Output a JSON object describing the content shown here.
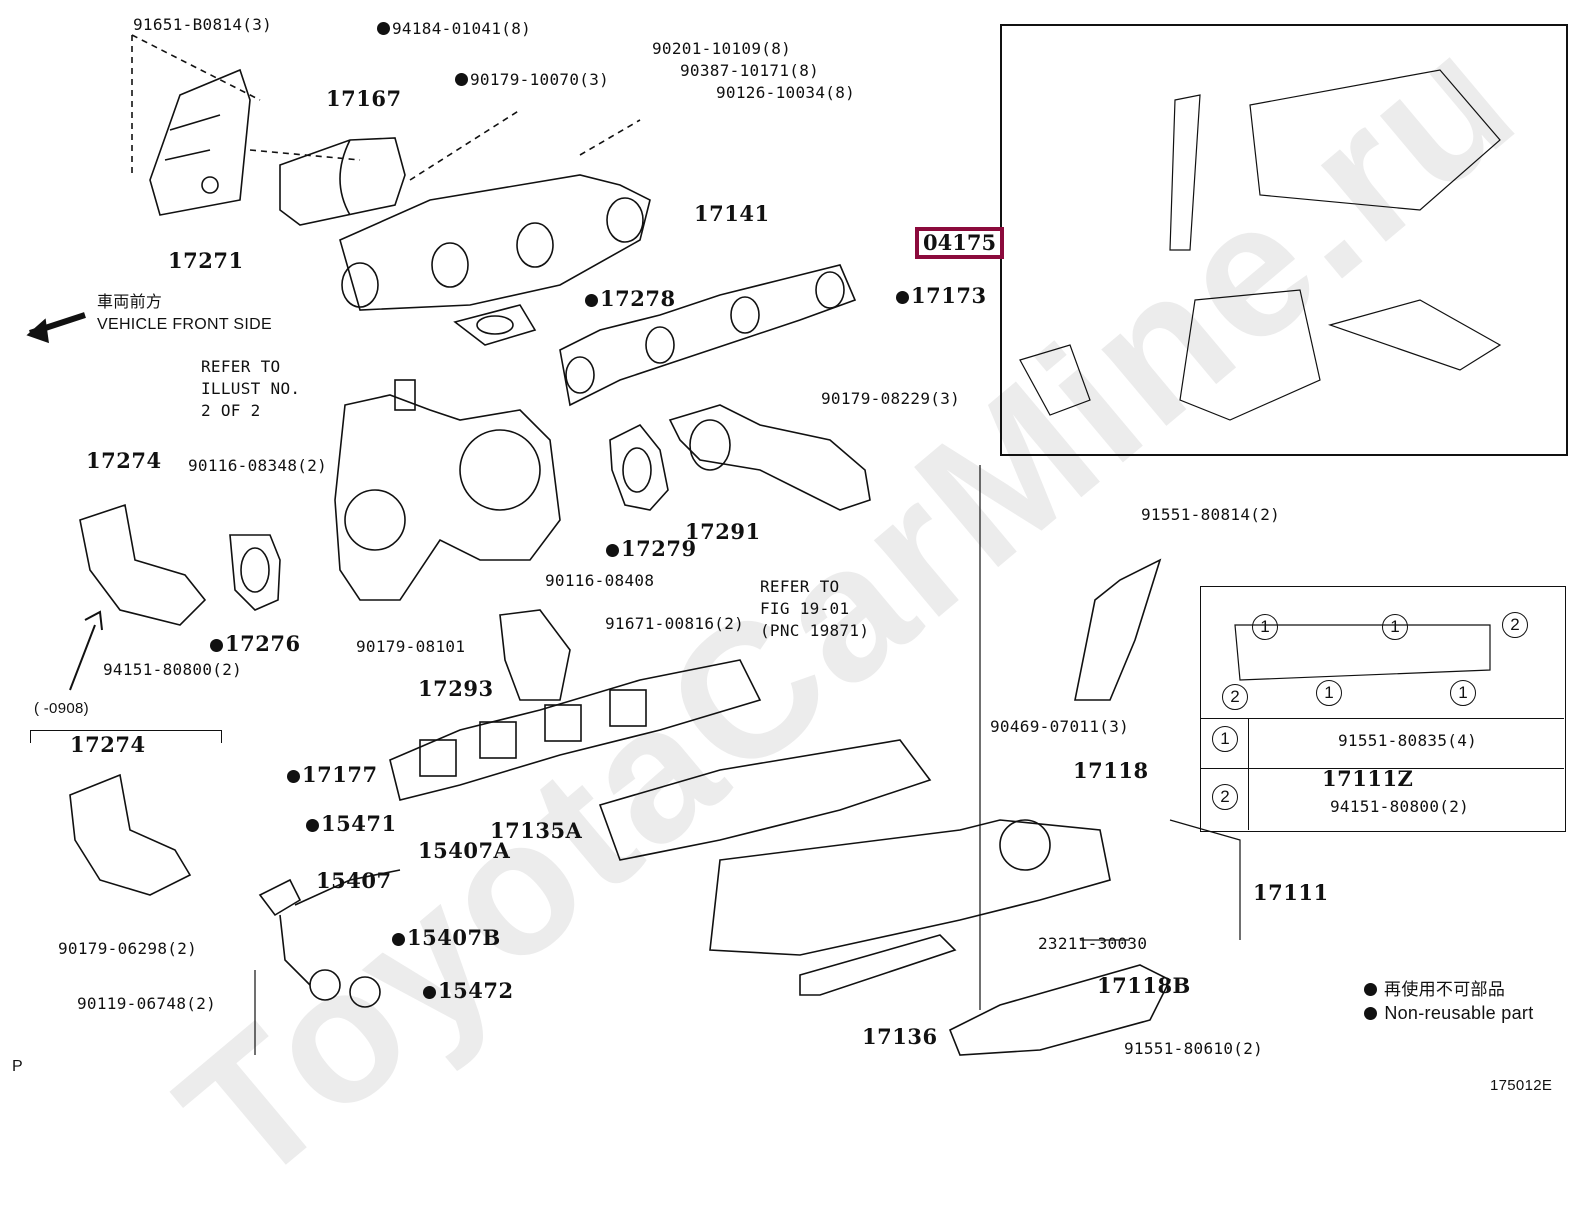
{
  "diagram": {
    "watermark": "ToyotaCarMine.ru",
    "page_marker": "P",
    "figure_id": "175012E",
    "highlighted_part": {
      "pnc": "04175",
      "highlight_color": "#8b0a3c"
    },
    "direction_note": {
      "jp": "車両前方",
      "en": "VEHICLE FRONT SIDE"
    },
    "refer_notes": [
      {
        "id": "refer-illust",
        "lines": [
          "REFER TO",
          "ILLUST NO.",
          "2 OF 2"
        ]
      },
      {
        "id": "refer-fig",
        "lines": [
          "REFER TO",
          "FIG 19-01",
          "(PNC 19871)"
        ]
      }
    ],
    "date_range_note": "(      -0908)",
    "legend": {
      "jp": "再使用不可部品",
      "en": "Non-reusable part",
      "marker": "filled-circle"
    },
    "parts": [
      {
        "label": "91651-B0814(3)",
        "non_reusable": false
      },
      {
        "label": "94184-01041(8)",
        "non_reusable": true
      },
      {
        "label": "90201-10109(8)",
        "non_reusable": false
      },
      {
        "label": "90387-10171(8)",
        "non_reusable": false
      },
      {
        "label": "90179-10070(3)",
        "non_reusable": true
      },
      {
        "label": "90126-10034(8)",
        "non_reusable": false
      },
      {
        "label": "17167",
        "non_reusable": false
      },
      {
        "label": "17141",
        "non_reusable": false
      },
      {
        "label": "17271",
        "non_reusable": false
      },
      {
        "label": "17278",
        "non_reusable": true
      },
      {
        "label": "17173",
        "non_reusable": true
      },
      {
        "label": "90179-08229(3)",
        "non_reusable": false
      },
      {
        "label": "17274",
        "non_reusable": false
      },
      {
        "label": "90116-08348(2)",
        "non_reusable": false
      },
      {
        "label": "17276",
        "non_reusable": true
      },
      {
        "label": "94151-80800(2)",
        "non_reusable": false
      },
      {
        "label": "17279",
        "non_reusable": true
      },
      {
        "label": "17291",
        "non_reusable": false
      },
      {
        "label": "90116-08408",
        "non_reusable": false
      },
      {
        "label": "91671-00816(2)",
        "non_reusable": false
      },
      {
        "label": "90179-08101",
        "non_reusable": false
      },
      {
        "label": "17293",
        "non_reusable": false
      },
      {
        "label": "17274",
        "non_reusable": false
      },
      {
        "label": "17177",
        "non_reusable": true
      },
      {
        "label": "15471",
        "non_reusable": true
      },
      {
        "label": "15407A",
        "non_reusable": false
      },
      {
        "label": "17135A",
        "non_reusable": false
      },
      {
        "label": "15407",
        "non_reusable": false
      },
      {
        "label": "15407B",
        "non_reusable": true
      },
      {
        "label": "90179-06298(2)",
        "non_reusable": false
      },
      {
        "label": "15472",
        "non_reusable": true
      },
      {
        "label": "90119-06748(2)",
        "non_reusable": false
      },
      {
        "label": "91551-80814(2)",
        "non_reusable": false
      },
      {
        "label": "90469-07011(3)",
        "non_reusable": false
      },
      {
        "label": "17118",
        "non_reusable": false
      },
      {
        "label": "17111",
        "non_reusable": false
      },
      {
        "label": "23211-30030",
        "non_reusable": false
      },
      {
        "label": "17118B",
        "non_reusable": false
      },
      {
        "label": "17136",
        "non_reusable": false
      },
      {
        "label": "91551-80610(2)",
        "non_reusable": false
      }
    ],
    "bolt_table": {
      "callouts_on_diagram": [
        "1",
        "1",
        "2",
        "2",
        "1",
        "1"
      ],
      "rows": [
        {
          "key": "1",
          "items": [
            "91551-80835(4)"
          ]
        },
        {
          "key": "2",
          "items": [
            "17111Z",
            "94151-80800(2)"
          ]
        }
      ]
    }
  }
}
